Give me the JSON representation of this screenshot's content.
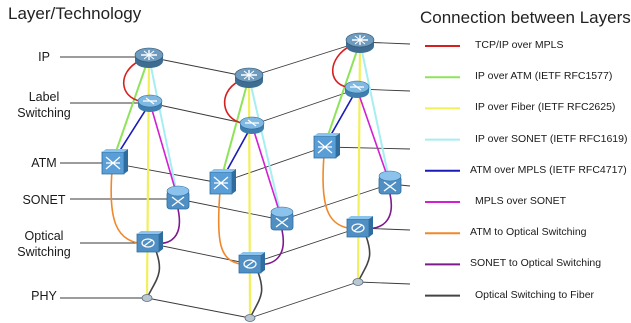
{
  "left_heading": "Layer/Technology",
  "right_heading": "Connection between Layers",
  "layers": [
    {
      "id": "ip",
      "label": "IP"
    },
    {
      "id": "label",
      "label": "Label Switching"
    },
    {
      "id": "atm",
      "label": "ATM"
    },
    {
      "id": "sonet",
      "label": "SONET"
    },
    {
      "id": "optical",
      "label": "Optical Switching"
    },
    {
      "id": "phy",
      "label": "PHY"
    }
  ],
  "legend": [
    {
      "label": "TCP/IP over MPLS",
      "color": "#d62020"
    },
    {
      "label": "IP over ATM (IETF RFC1577)",
      "color": "#8fe35a"
    },
    {
      "label": "IP over Fiber (IETF RFC2625)",
      "color": "#f2ef5c"
    },
    {
      "label": "IP over SONET (IETF RFC1619)",
      "color": "#a6eef2"
    },
    {
      "label": "ATM  over MPLS (IETF RFC4717)",
      "color": "#1a1ab8"
    },
    {
      "label": "MPLS over SONET",
      "color": "#d21fd2"
    },
    {
      "label": "ATM  to  Optical Switching",
      "color": "#f0882a"
    },
    {
      "label": "SONET to Optical Switching",
      "color": "#7d1a8c"
    },
    {
      "label": "Optical Switching to Fiber",
      "color": "#444444"
    }
  ],
  "icons": {
    "router": "router-icon",
    "label_switch": "label-switch-icon",
    "atm_switch": "atm-switch-icon",
    "sonet_switch": "sonet-switch-icon",
    "optical_switch": "optical-switch-icon",
    "fiber_node": "fiber-node-icon"
  }
}
